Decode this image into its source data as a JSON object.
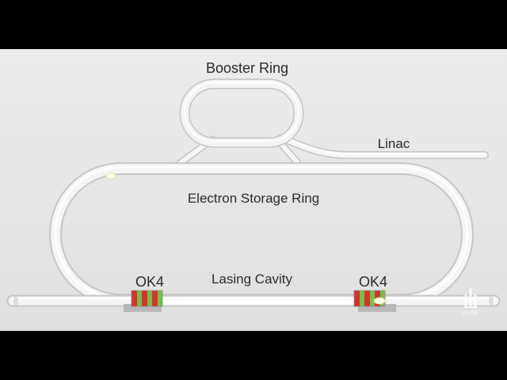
{
  "labels": {
    "booster": "Booster Ring",
    "linac": "Linac",
    "storage": "Electron Storage Ring",
    "cavity": "Lasing Cavity",
    "ok4_left": "OK4",
    "ok4_right": "OK4",
    "logo_text": "DUKE"
  },
  "colors": {
    "letterbox": "#000000",
    "background": "#e8e8e8",
    "tube": "#f6f6f6",
    "tube_edge": "#c4c4c4",
    "magnet_red": "#d8322a",
    "magnet_green": "#6fc24a",
    "text": "#2a2a2a"
  }
}
